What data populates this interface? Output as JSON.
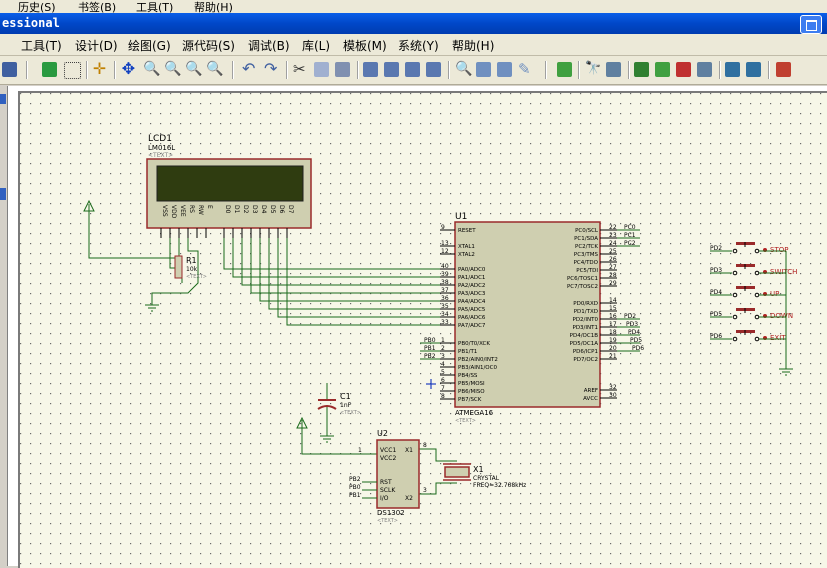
{
  "top_strip": {
    "items": [
      "历史(S)",
      "书签(B)",
      "工具(T)",
      "帮助(H)"
    ]
  },
  "window": {
    "title": "essional"
  },
  "menu": {
    "items": [
      "工具(T)",
      "设计(D)",
      "绘图(G)",
      "源代码(S)",
      "调试(B)",
      "库(L)",
      "模板(M)",
      "系统(Y)",
      "帮助(H)"
    ]
  },
  "schematic": {
    "lcd": {
      "ref": "LCD1",
      "part": "LM016L",
      "text": "<TEXT>",
      "pins": [
        "VSS",
        "VDD",
        "VEE",
        "RS",
        "RW",
        "E",
        "D0",
        "D1",
        "D2",
        "D3",
        "D4",
        "D5",
        "D6",
        "D7"
      ]
    },
    "r1": {
      "ref": "R1",
      "value": "10k",
      "text": "<TEXT>"
    },
    "u1": {
      "ref": "U1",
      "part": "ATMEGA16",
      "text": "<TEXT>",
      "left_pins": [
        {
          "num": "9",
          "name": "RESET"
        },
        {
          "num": "13",
          "name": "XTAL1"
        },
        {
          "num": "12",
          "name": "XTAL2"
        },
        {
          "num": "40",
          "name": "PA0/ADC0"
        },
        {
          "num": "39",
          "name": "PA1/ADC1"
        },
        {
          "num": "38",
          "name": "PA2/ADC2"
        },
        {
          "num": "37",
          "name": "PA3/ADC3"
        },
        {
          "num": "36",
          "name": "PA4/ADC4"
        },
        {
          "num": "35",
          "name": "PA5/ADC5"
        },
        {
          "num": "34",
          "name": "PA6/ADC6"
        },
        {
          "num": "33",
          "name": "PA7/ADC7"
        },
        {
          "num": "1",
          "name": "PB0/T0/XCK"
        },
        {
          "num": "2",
          "name": "PB1/T1"
        },
        {
          "num": "3",
          "name": "PB2/AIN0/INT2"
        },
        {
          "num": "4",
          "name": "PB3/AIN1/OC0"
        },
        {
          "num": "5",
          "name": "PB4/SS"
        },
        {
          "num": "6",
          "name": "PB5/MOSI"
        },
        {
          "num": "7",
          "name": "PB6/MISO"
        },
        {
          "num": "8",
          "name": "PB7/SCK"
        }
      ],
      "right_pins": [
        {
          "num": "22",
          "name": "PC0/SCL"
        },
        {
          "num": "23",
          "name": "PC1/SDA"
        },
        {
          "num": "24",
          "name": "PC2/TCK"
        },
        {
          "num": "25",
          "name": "PC3/TMS"
        },
        {
          "num": "26",
          "name": "PC4/TDO"
        },
        {
          "num": "27",
          "name": "PC5/TDI"
        },
        {
          "num": "28",
          "name": "PC6/TOSC1"
        },
        {
          "num": "29",
          "name": "PC7/TOSC2"
        },
        {
          "num": "14",
          "name": "PD0/RXD"
        },
        {
          "num": "15",
          "name": "PD1/TXD"
        },
        {
          "num": "16",
          "name": "PD2/INT0"
        },
        {
          "num": "17",
          "name": "PD3/INT1"
        },
        {
          "num": "18",
          "name": "PD4/OC1B"
        },
        {
          "num": "19",
          "name": "PD5/OC1A"
        },
        {
          "num": "20",
          "name": "PD6/ICP1"
        },
        {
          "num": "21",
          "name": "PD7/OC2"
        },
        {
          "num": "32",
          "name": "AREF"
        },
        {
          "num": "30",
          "name": "AVCC"
        }
      ],
      "net_labels_right": [
        "PC0",
        "PC1",
        "PC2",
        "PD2",
        "PD3",
        "PD4",
        "PD5",
        "PD6"
      ],
      "net_labels_left": [
        "PB0",
        "PB1",
        "PB2"
      ]
    },
    "c1": {
      "ref": "C1",
      "value": "1nF",
      "text": "<TEXT>"
    },
    "u2": {
      "ref": "U2",
      "part": "DS1302",
      "text": "<TEXT>",
      "pins_left": [
        "VCC1",
        "VCC2",
        "RST",
        "SCLK",
        "I/O"
      ],
      "pins_right": [
        "X1",
        "X2"
      ],
      "pin_nums": [
        "8",
        "1",
        "2",
        "3"
      ],
      "net_labels": [
        "PB2",
        "PB0",
        "PB1"
      ]
    },
    "x1": {
      "ref": "X1",
      "part": "CRYSTAL",
      "value": "FREQ=32.768kHz"
    },
    "buttons": [
      {
        "net": "PD2",
        "label": "STOP"
      },
      {
        "net": "PD3",
        "label": "SWITCH"
      },
      {
        "net": "PD4",
        "label": "UP"
      },
      {
        "net": "PD5",
        "label": "DOWN"
      },
      {
        "net": "PD6",
        "label": "EXIT"
      }
    ]
  }
}
